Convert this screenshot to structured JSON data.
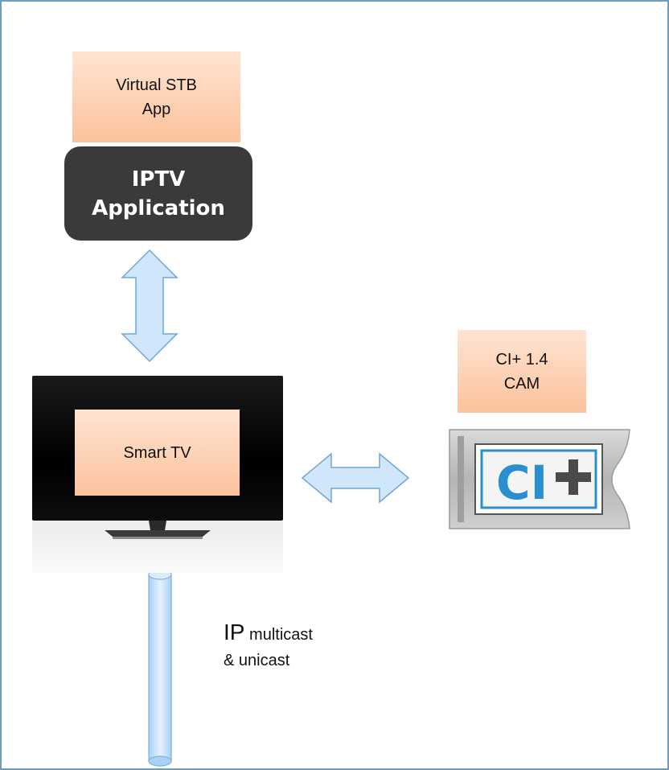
{
  "stb": {
    "line1": "Virtual STB",
    "line2": "App"
  },
  "iptv": {
    "line1": "IPTV",
    "line2": "Application"
  },
  "tv": {
    "label": "Smart TV"
  },
  "ci": {
    "line1": "CI+ 1.4",
    "line2": "CAM"
  },
  "cam_card": {
    "logo_text": "CI+"
  },
  "network": {
    "ip": "IP",
    "line1_rest": "multicast",
    "line2": "& unicast"
  },
  "colors": {
    "frame": "#6d9dbd",
    "orange_top": "#ffe4d2",
    "orange_bottom": "#fcc29c",
    "dark_box": "#3a3a3a",
    "arrow_fill": "#cfe6fb",
    "arrow_stroke": "#6fa6d6",
    "ci_blue": "#2a8fd0"
  }
}
